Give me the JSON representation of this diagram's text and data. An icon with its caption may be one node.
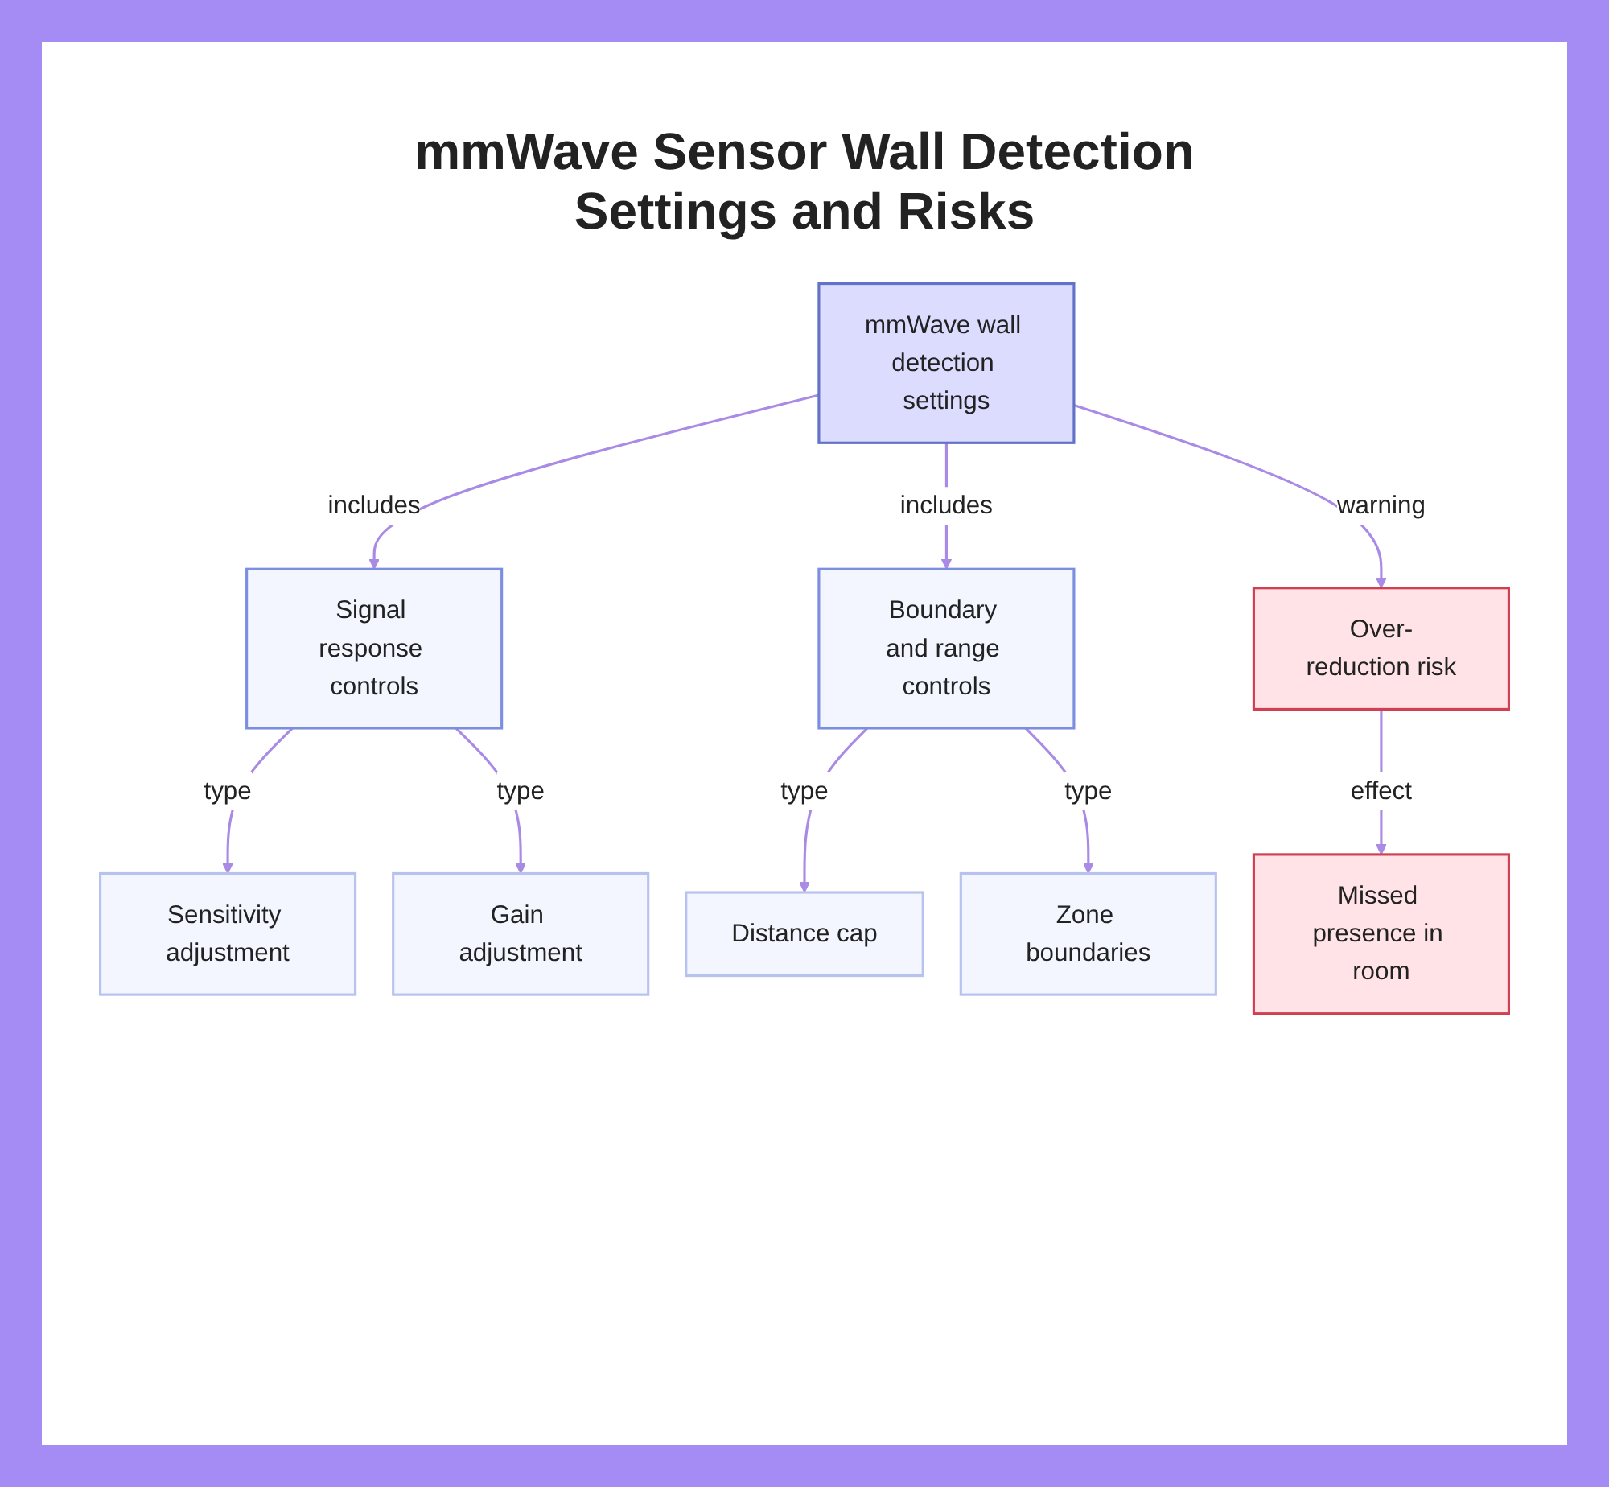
{
  "diagram": {
    "title": "mmWave Sensor Wall Detection Settings and Risks",
    "nodes": [
      {
        "text": [
          "mmWave wall detection settings"
        ]
      },
      {
        "text": [
          "Signal response controls"
        ]
      },
      {
        "text": [
          "Boundary and range controls"
        ]
      },
      {
        "text": [
          "Over-reduction risk"
        ]
      },
      {
        "text": [
          "Sensitivity adjustment"
        ]
      },
      {
        "text": [
          "Gain adjustment"
        ]
      },
      {
        "text": [
          "Distance cap"
        ]
      },
      {
        "text": [
          "Zone boundaries"
        ]
      },
      {
        "text": [
          "Missed presence in room"
        ]
      }
    ],
    "edges": [
      {
        "from": 0,
        "to": 1,
        "arrow": "to",
        "label": "includes"
      },
      {
        "from": 0,
        "to": 2,
        "arrow": "to",
        "label": "includes"
      },
      {
        "from": 0,
        "to": 3,
        "arrow": "to",
        "label": "warning"
      },
      {
        "from": 1,
        "to": 4,
        "arrow": "to",
        "label": "type"
      },
      {
        "from": 1,
        "to": 5,
        "arrow": "to",
        "label": "type"
      },
      {
        "from": 2,
        "to": 6,
        "arrow": "to",
        "label": "type"
      },
      {
        "from": 2,
        "to": 7,
        "arrow": "to",
        "label": "type"
      },
      {
        "from": 3,
        "to": 8,
        "arrow": "to",
        "label": "effect"
      }
    ]
  }
}
